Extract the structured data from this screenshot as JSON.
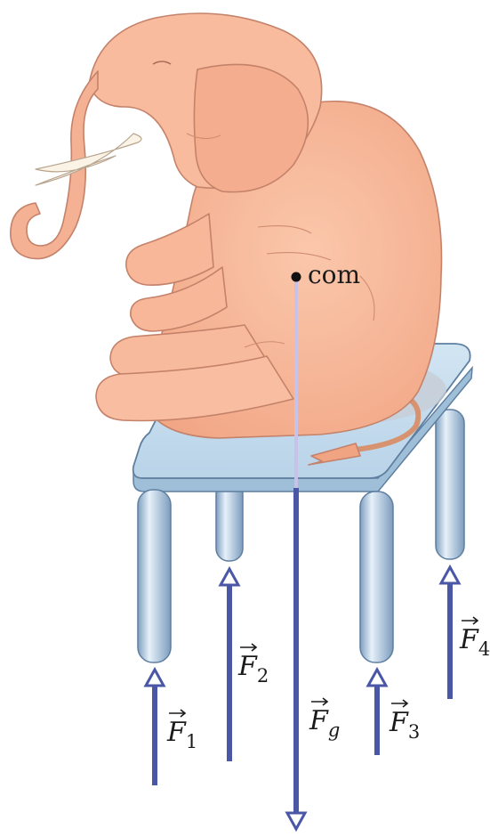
{
  "diagram": {
    "com_label": "com",
    "forces": [
      {
        "id": "F1",
        "symbol": "F",
        "subscript": "1",
        "direction": "up"
      },
      {
        "id": "F2",
        "symbol": "F",
        "subscript": "2",
        "direction": "up"
      },
      {
        "id": "Fg",
        "symbol": "F",
        "subscript": "g",
        "direction": "down"
      },
      {
        "id": "F3",
        "symbol": "F",
        "subscript": "3",
        "direction": "up"
      },
      {
        "id": "F4",
        "symbol": "F",
        "subscript": "4",
        "direction": "up"
      }
    ]
  },
  "colors": {
    "elephant": "#f6b596",
    "elephant_outline": "#c4826a",
    "tusk": "#fbf3e6",
    "stool_top": "#bcd6ea",
    "stool_leg": "#a9c5dc",
    "arrow": "#4a56a6",
    "com_line": "#c9c2e8"
  },
  "icons": [
    "com-dot"
  ]
}
